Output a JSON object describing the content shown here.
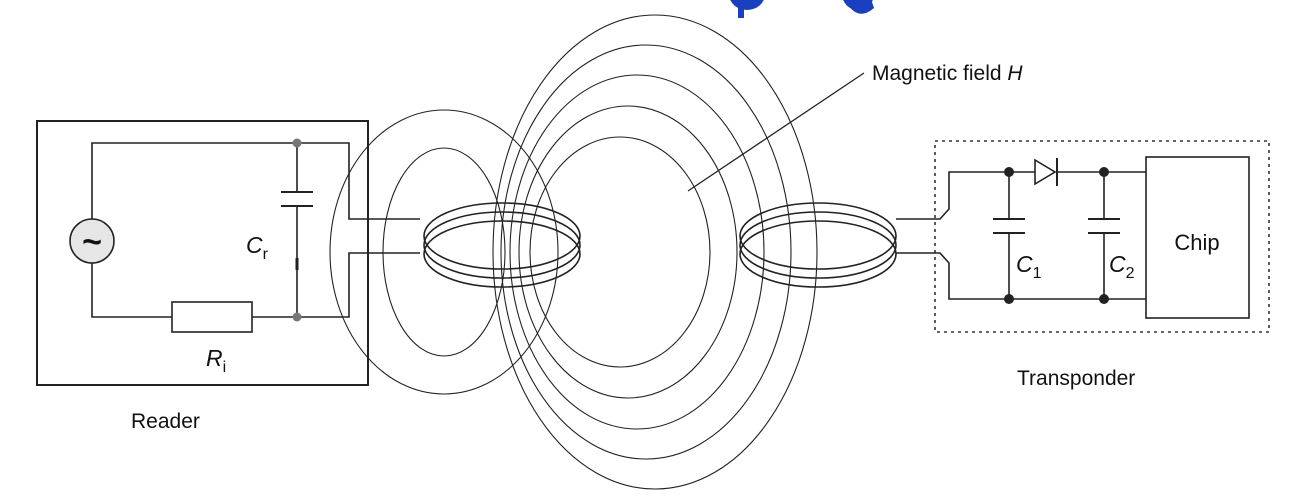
{
  "labels": {
    "reader": "Reader",
    "transponder": "Transponder",
    "magnetic_field": "Magnetic field",
    "magnetic_field_symbol": "H",
    "chip": "Chip",
    "source_symbol": "~",
    "cr_main": "C",
    "cr_sub": "r",
    "ri_main": "R",
    "ri_sub": "i",
    "c1_main": "C",
    "c1_sub": "1",
    "c2_main": "C",
    "c2_sub": "2"
  },
  "colors": {
    "line": "#222222",
    "source_fill": "#e6e6e6",
    "title_fragment": "#1a3fbf"
  }
}
